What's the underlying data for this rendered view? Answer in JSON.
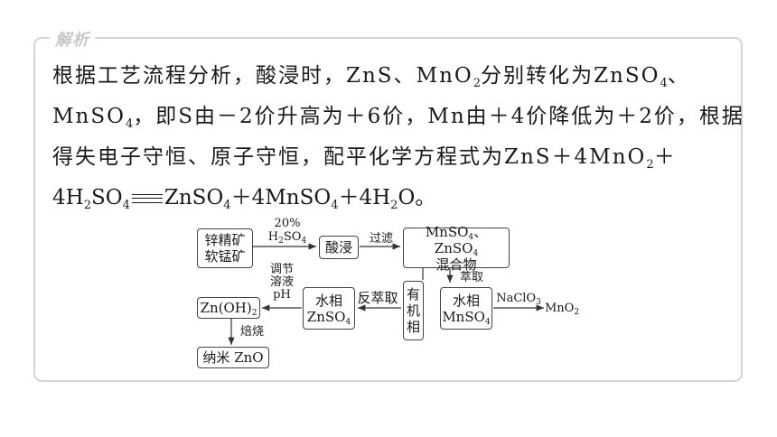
{
  "section_tag": "解析",
  "paragraph": {
    "l1": {
      "a": "根据工艺流程分析，酸浸时，ZnS、MnO",
      "a_sub": "2",
      "b": "分别转化为ZnSO",
      "b_sub": "4",
      "c": "、"
    },
    "l2": {
      "a": "MnSO",
      "a_sub": "4",
      "b": "，即S由－2价升高为＋6价，Mn由＋4价降低为＋2价，根据"
    },
    "l3": {
      "a": "得失电子守恒、原子守恒，配平化学方程式为ZnS＋4MnO",
      "a_sub": "2",
      "b": "＋"
    },
    "l4": {
      "a": "4H",
      "a_sub": "2",
      "b": "SO",
      "b_sub": "4",
      "c": "ZnSO",
      "c_sub": "4",
      "d": "＋4MnSO",
      "d_sub": "4",
      "e": "＋4H",
      "e_sub": "2",
      "f": "O。"
    }
  },
  "flowchart": {
    "ore": {
      "line1": "锌精矿",
      "line2": "软锰矿"
    },
    "acid": {
      "pct": "20%",
      "formula": "H",
      "formula_sub1": "2",
      "formula_mid": "SO",
      "formula_sub2": "4"
    },
    "leach": "酸浸",
    "filter": "过滤",
    "mixture": {
      "a": "MnSO",
      "a_sub": "4",
      "b": "、ZnSO",
      "b_sub": "4",
      "line2": "混合物"
    },
    "extract": "萃取",
    "organic": [
      "有",
      "机",
      "相"
    ],
    "aq_mn": {
      "line1": "水相",
      "a": "MnSO",
      "a_sub": "4"
    },
    "naclo": {
      "a": "NaClO",
      "a_sub": "3"
    },
    "mno2": {
      "a": "MnO",
      "a_sub": "2"
    },
    "back_extract": "反萃取",
    "aq_zn": {
      "line1": "水相",
      "a": "ZnSO",
      "a_sub": "4"
    },
    "adjust": {
      "l1": "调节",
      "l2": "溶液",
      "l3": "pH"
    },
    "zn_oh": {
      "a": "Zn(OH)",
      "a_sub": "2"
    },
    "roast": "焙烧",
    "nano": "纳米 ZnO"
  }
}
